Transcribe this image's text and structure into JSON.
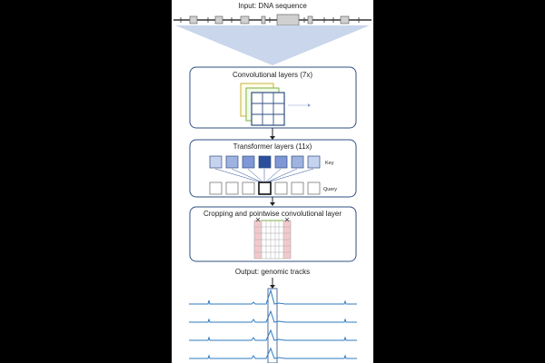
{
  "input": {
    "title": "Input: DNA sequence"
  },
  "conv": {
    "title": "Convolutional layers (7x)"
  },
  "transformer": {
    "title": "Transformer layers (11x)",
    "key_label": "Key",
    "query_label": "Query"
  },
  "cropping": {
    "title": "Cropping and pointwise convolutional layer"
  },
  "output": {
    "title": "Output: genomic tracks"
  },
  "colors": {
    "box_border": "#2f4f7f",
    "funnel": "#c9d6ec",
    "key_shades": [
      "#c6d3ee",
      "#9fb3e0",
      "#7f97d6",
      "#2b4f9a",
      "#7f97d6",
      "#9fb3e0",
      "#c6d3ee"
    ],
    "track": "#2f7bbf",
    "crop": "#f2c9cc"
  }
}
